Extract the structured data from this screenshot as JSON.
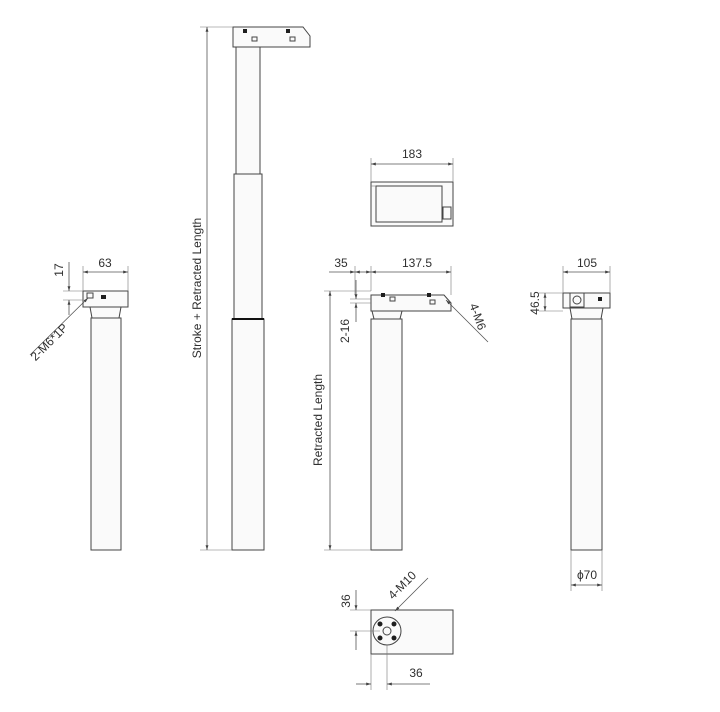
{
  "labels": {
    "side_width": "63",
    "side_height": "17",
    "side_thread": "2-M6*1P",
    "stroke_length": "Stroke + Retracted Length",
    "top_width": "183",
    "front_offset": "35",
    "front_width": "137.5",
    "front_holes": "4-M6",
    "front_thread": "2-16",
    "retracted_length": "Retracted Length",
    "end_width": "105",
    "end_height": "46.5",
    "end_diameter": "ϕ70",
    "base_holes": "4-M10",
    "base_vert": "36",
    "base_horiz": "36"
  },
  "colors": {
    "line": "#555555",
    "outline": "#444444",
    "fill": "#fafafa",
    "text": "#2f2f2f"
  }
}
